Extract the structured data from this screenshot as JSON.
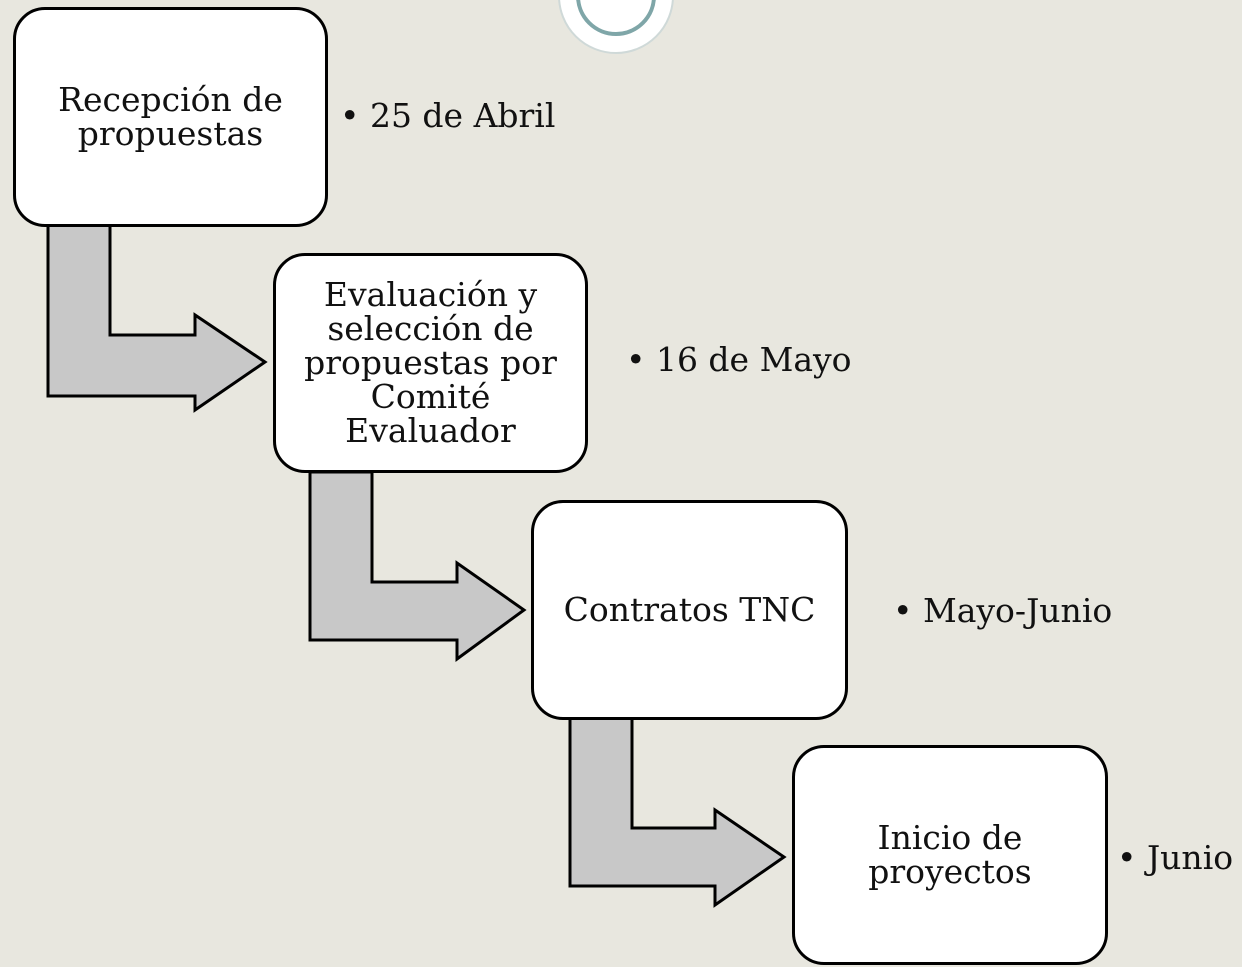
{
  "steps": [
    {
      "label": "Recepción de propuestas",
      "date": "• 25 de Abril"
    },
    {
      "label": "Evaluación y selección de propuestas por Comité Evaluador",
      "date": "• 16 de Mayo"
    },
    {
      "label": "Contratos TNC",
      "date": "• Mayo-Junio"
    },
    {
      "label": "Inicio de proyectos",
      "date": "• Junio"
    }
  ],
  "colors": {
    "background": "#e8e7df",
    "box": "#ffffff",
    "arrow": "#c8c8c8",
    "outline": "#000000"
  }
}
